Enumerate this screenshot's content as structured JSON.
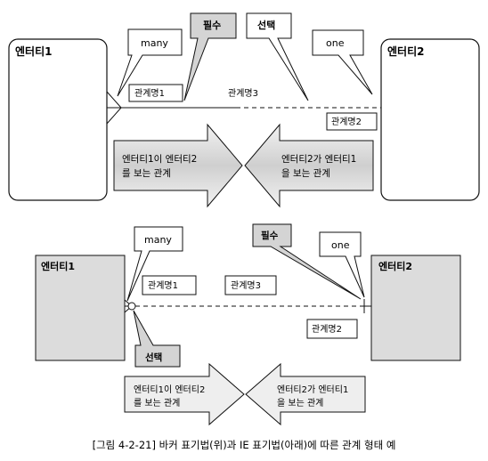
{
  "top": {
    "entity1": "엔터티1",
    "entity2": "엔터티2",
    "callout_many": "many",
    "callout_required": "필수",
    "callout_optional": "선택",
    "callout_one": "one",
    "rel_name1": "관계명1",
    "rel_name3": "관계명3",
    "rel_name2": "관계명2",
    "arrow_right_line1": "엔터티1이 엔터티2",
    "arrow_right_line2": "를 보는 관계",
    "arrow_left_line1": "엔터티2가 엔터티1",
    "arrow_left_line2": "을 보는 관계"
  },
  "bottom": {
    "entity1": "엔터티1",
    "entity2": "엔터티2",
    "callout_many": "many",
    "callout_required": "필수",
    "callout_one": "one",
    "callout_optional": "선택",
    "rel_name1": "관계명1",
    "rel_name3": "관계명3",
    "rel_name2": "관계명2",
    "arrow_right_line1": "엔터티1이 엔터티2",
    "arrow_right_line2": "를 보는 관계",
    "arrow_left_line1": "엔터티2가 엔터티1",
    "arrow_left_line2": "을 보는 관계"
  },
  "caption": "[그림 4-2-21] 바커 표기법(위)과 IE 표기법(아래)에 따른 관계 형태 예",
  "colors": {
    "entity_gray": "#dcdcdc",
    "callout_gray": "#d4d4d4",
    "arrow_top": "#d9d9d9",
    "arrow_bottom": "#eeeeee",
    "line": "#111111"
  }
}
